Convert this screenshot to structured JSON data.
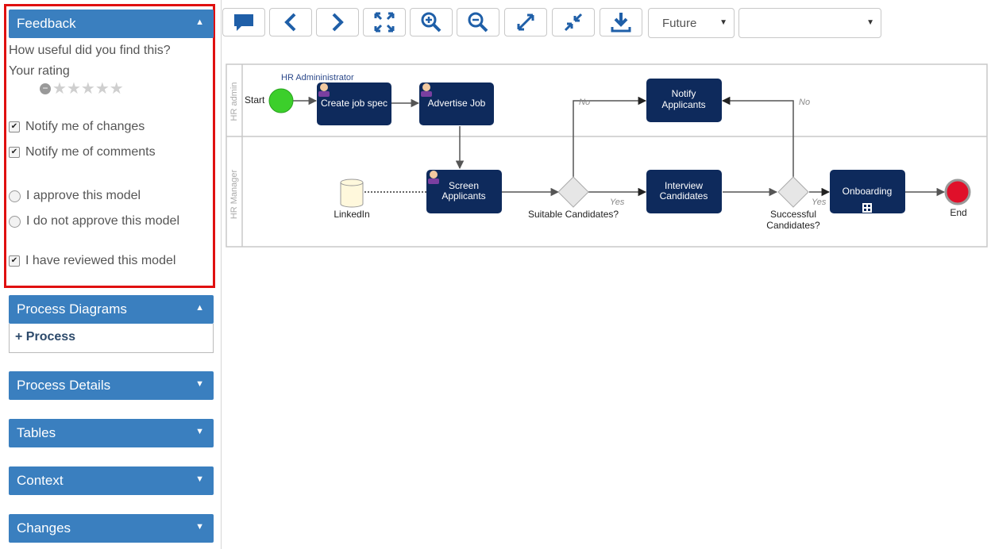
{
  "feedback": {
    "title": "Feedback",
    "question": "How useful did you find this?",
    "rating_label": "Your rating",
    "rating": 0,
    "rating_max": 5,
    "options": [
      {
        "label": "Notify me of changes",
        "type": "checkbox",
        "checked": true
      },
      {
        "label": "Notify me of comments",
        "type": "checkbox",
        "checked": true
      },
      {
        "label": "I approve this model",
        "type": "radio",
        "checked": false
      },
      {
        "label": "I do not approve this model",
        "type": "radio",
        "checked": false
      },
      {
        "label": "I have reviewed this model",
        "type": "checkbox",
        "checked": true
      }
    ]
  },
  "panels": {
    "process_diagrams": {
      "title": "Process Diagrams",
      "items": [
        "+ Process"
      ]
    },
    "process_details": {
      "title": "Process Details"
    },
    "tables": {
      "title": "Tables"
    },
    "context": {
      "title": "Context"
    },
    "changes": {
      "title": "Changes"
    }
  },
  "toolbar": {
    "buttons": [
      "comment-icon",
      "chevron-left-icon",
      "chevron-right-icon",
      "fit-screen-icon",
      "zoom-in-icon",
      "zoom-out-icon",
      "expand-icon",
      "collapse-icon",
      "download-icon"
    ],
    "state_select": "Future",
    "second_select": ""
  },
  "diagram": {
    "lanes": [
      "HR admin",
      "HR Manager"
    ],
    "role_label": "HR Admininistrator",
    "start_label": "Start",
    "end_label": "End",
    "tasks": {
      "create_job_spec": "Create job spec",
      "advertise_job": "Advertise Job",
      "screen_applicants_1": "Screen",
      "screen_applicants_2": "Applicants",
      "notify_applicants_1": "Notify",
      "notify_applicants_2": "Applicants",
      "interview_candidates_1": "Interview",
      "interview_candidates_2": "Candidates",
      "onboarding": "Onboarding"
    },
    "data_store": "LinkedIn",
    "gateways": {
      "suitable": "Suitable Candidates?",
      "successful_1": "Successful",
      "successful_2": "Candidates?"
    },
    "flow_labels": {
      "no": "No",
      "yes": "Yes"
    },
    "colors": {
      "task": "#0e2a5c",
      "start": "#3ccf2b",
      "end": "#e0102a",
      "accent": "#3a7fbf"
    }
  }
}
